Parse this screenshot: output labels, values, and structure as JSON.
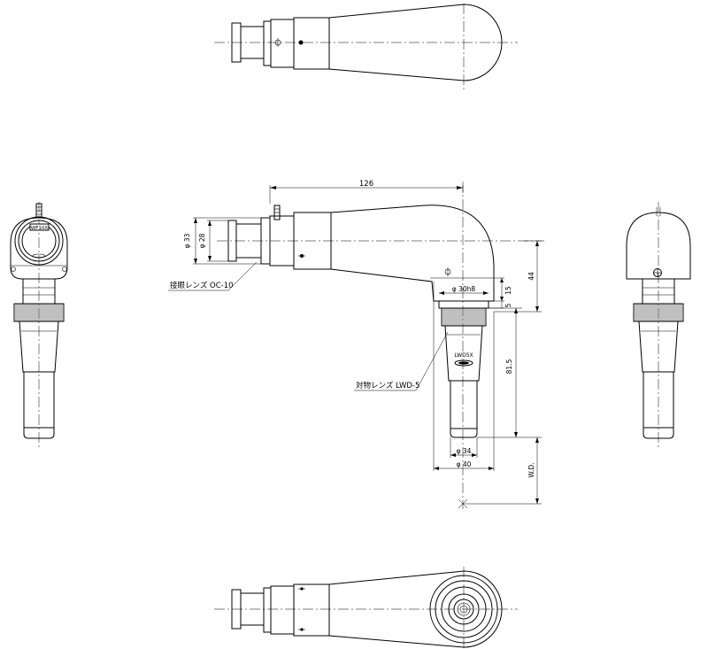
{
  "dimensions": {
    "length_126": "126",
    "dia_33": "φ 33",
    "dia_28": "φ 28",
    "dia_30h8": "φ 30h8",
    "h_15": "15",
    "h_5": "5",
    "h_44": "44",
    "h_81_5": "81.5",
    "dia_34": "φ 34",
    "dia_40": "φ 40",
    "wd": "W.D."
  },
  "labels": {
    "eyepiece": "接眼レンズ OC-10",
    "objective": "対物レンズ LWD-5",
    "objective_marking": "LWD5X",
    "eyepiece_marking": "WF10X"
  },
  "colors": {
    "line": "#000000",
    "background": "#ffffff"
  }
}
